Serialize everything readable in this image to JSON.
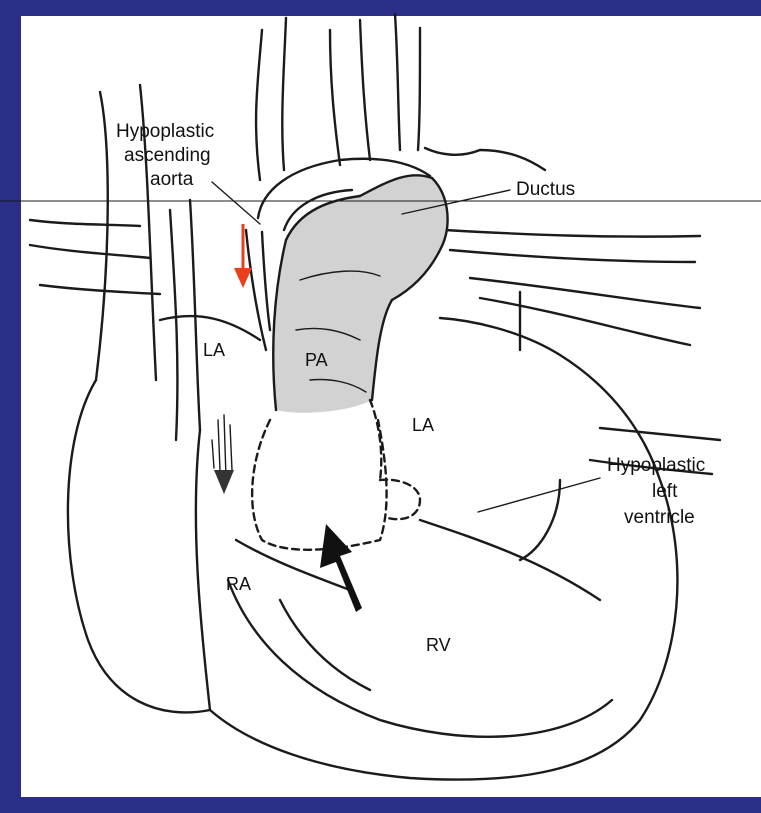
{
  "labels": {
    "hypoplastic_ascending_aorta": [
      "Hypoplastic",
      "ascending",
      "aorta"
    ],
    "ductus": "Ductus",
    "hypoplastic_left_ventricle": [
      "Hypoplastic",
      "left",
      "ventricle"
    ],
    "la_upper": "LA",
    "pa": "PA",
    "la_lower": "LA",
    "ra": "RA",
    "rv": "RV"
  },
  "colors": {
    "frame": "#2a2e86",
    "canvas": "#ffffff",
    "flow_arrow": "#e8401c",
    "ink": "#1b1b1b"
  },
  "icons": {
    "flow_arrow": "red-down-arrow-icon",
    "shunt_arrow": "black-up-arrow-icon"
  }
}
